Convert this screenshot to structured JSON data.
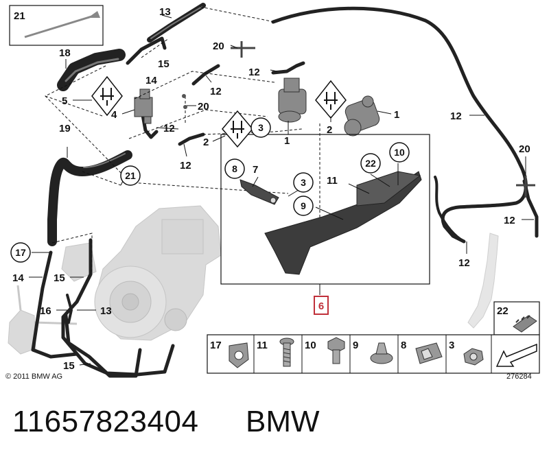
{
  "diagram": {
    "copyright": "© 2011 BMW AG",
    "figure_number": "276284",
    "assembly_callout": "6",
    "labels": {
      "l21_box": "21",
      "l13_top": "13",
      "l18": "18",
      "l15_top": "15",
      "l14_top": "14",
      "l5": "5",
      "l4": "4",
      "l20_top": "20",
      "l12_a": "12",
      "l12_b": "12",
      "l20_mid": "20",
      "l12_c": "12",
      "l3_circle": "3",
      "l1_a": "1",
      "l2_a": "2",
      "l2_b": "2",
      "l1_b": "1",
      "l12_d": "12",
      "l19": "19",
      "l21_circle": "21",
      "l8": "8",
      "l7": "7",
      "l3_sub": "3",
      "l11": "11",
      "l22": "22",
      "l10": "10",
      "l9": "9",
      "l12_right1": "12",
      "l20_right": "20",
      "l12_right2": "12",
      "l12_right3": "12",
      "l17": "17",
      "l14_bot": "14",
      "l15_mid": "15",
      "l16": "16",
      "l13_bot": "13",
      "l15_bot": "15"
    },
    "legend": [
      {
        "number": "17",
        "icon": "clip-icon"
      },
      {
        "number": "11",
        "icon": "bolt-icon"
      },
      {
        "number": "10",
        "icon": "hex-bolt-icon"
      },
      {
        "number": "9",
        "icon": "push-nut-icon"
      },
      {
        "number": "8",
        "icon": "spring-clip-icon"
      },
      {
        "number": "3",
        "icon": "hex-nut-icon"
      },
      {
        "number": "",
        "icon": "arrow-icon"
      }
    ],
    "grommet_box": {
      "number": "22",
      "icon": "grommet-icon"
    }
  },
  "footer": {
    "part_number": "11657823404",
    "brand": "BMW"
  }
}
